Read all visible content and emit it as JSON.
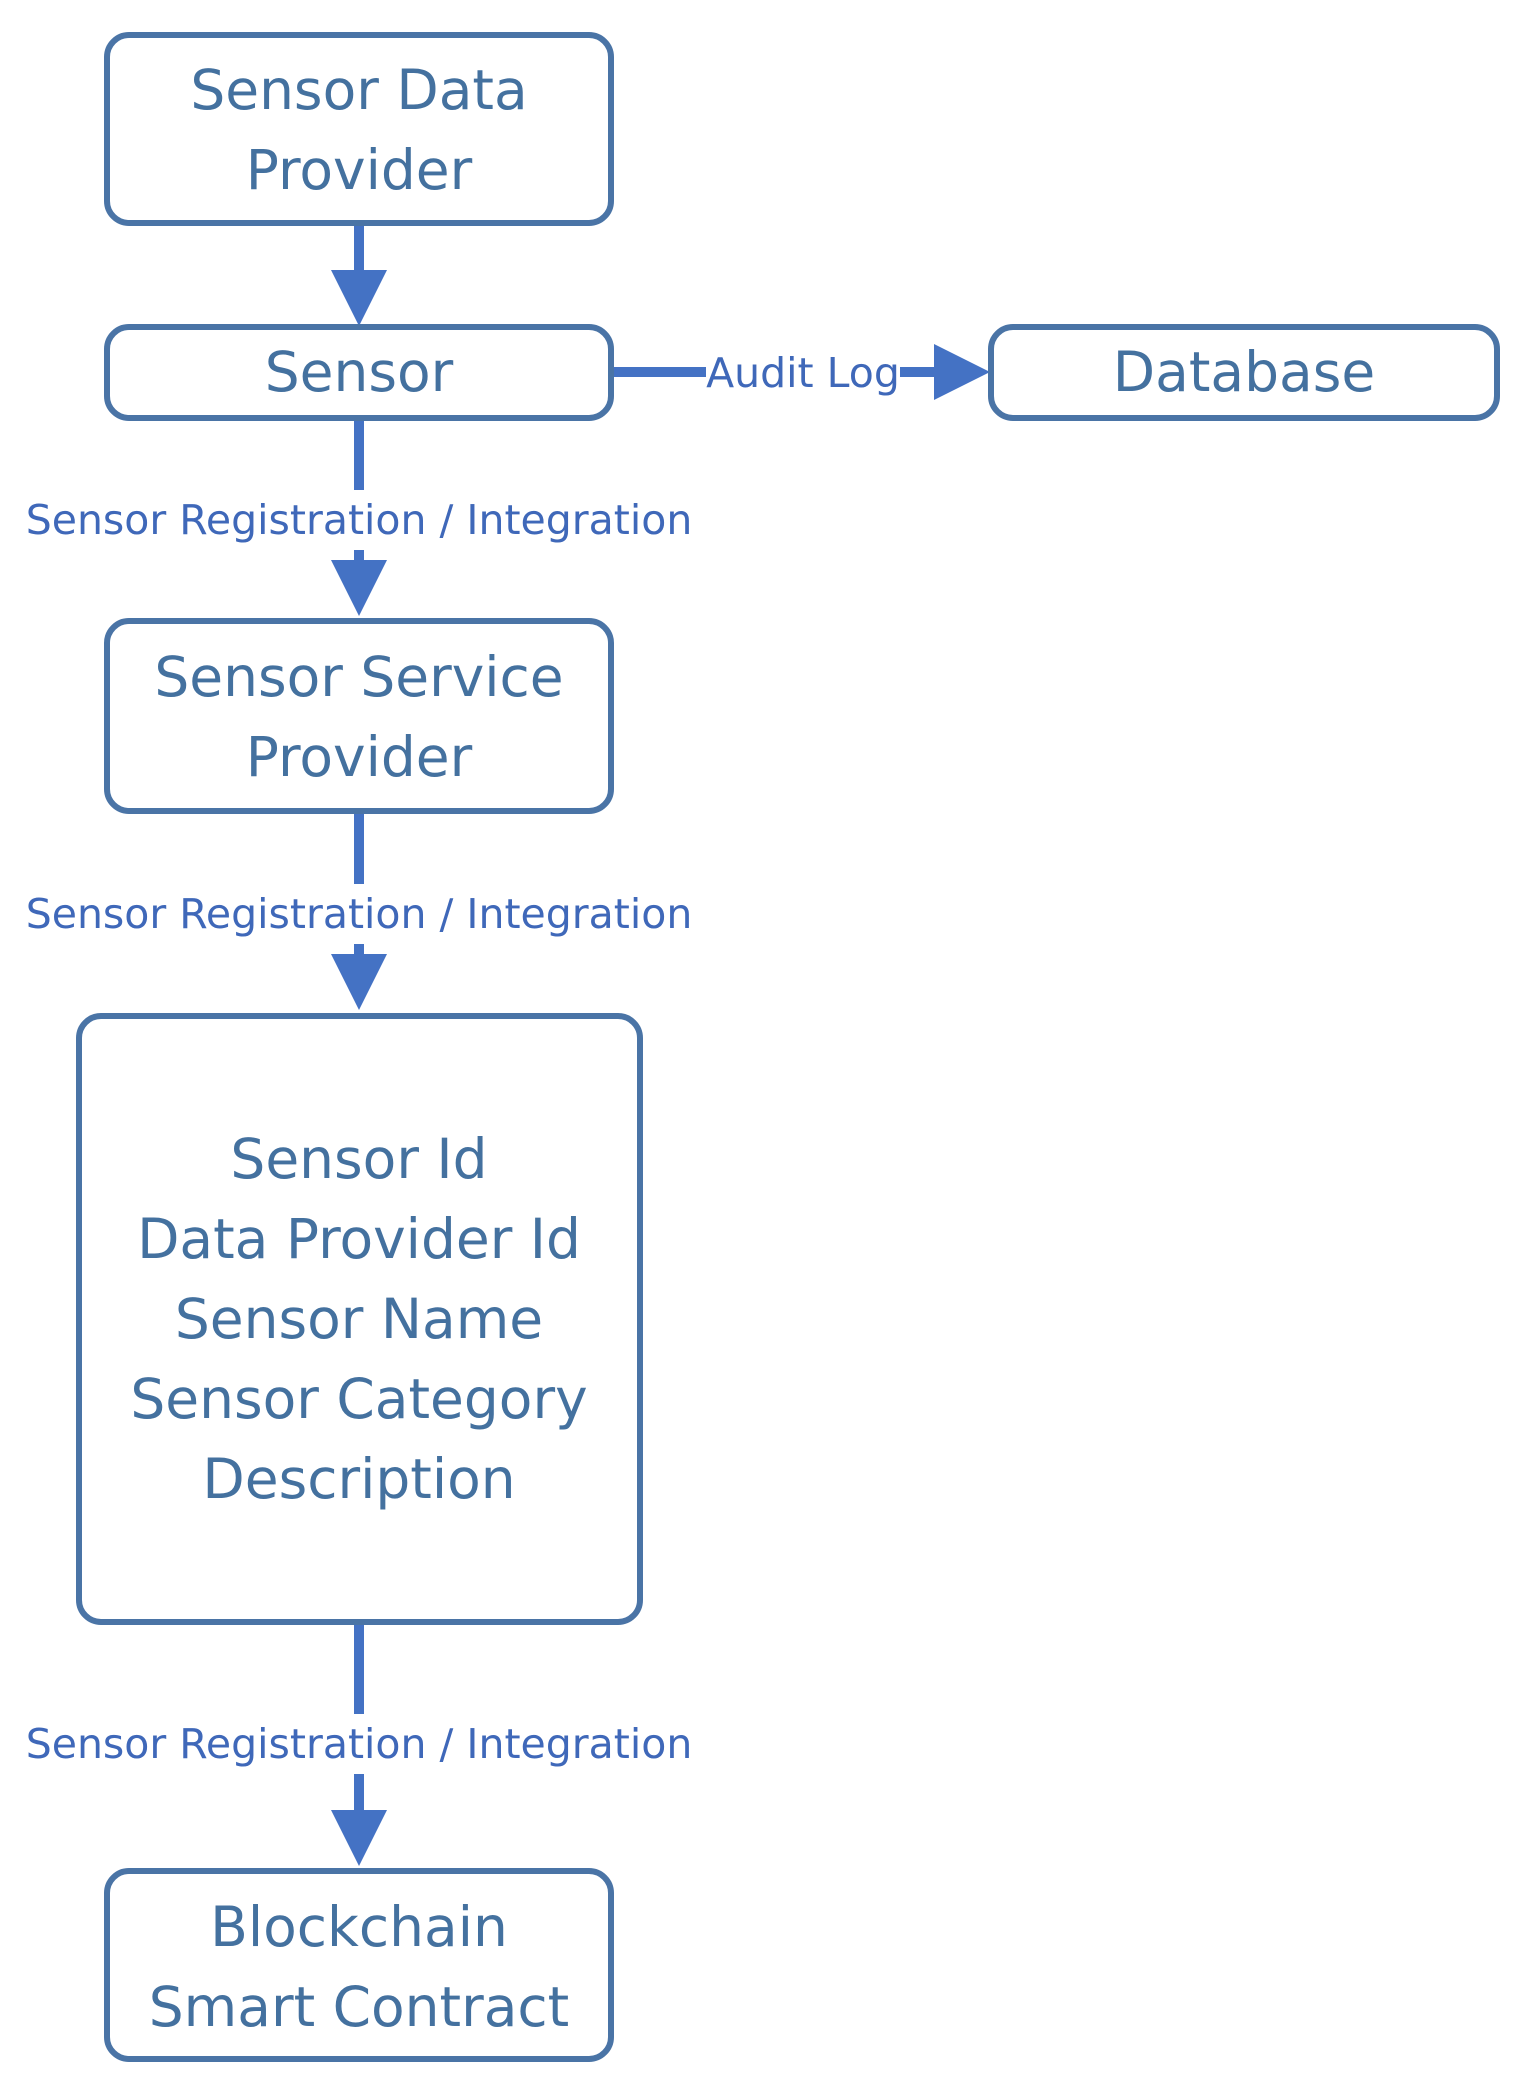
{
  "nodes": {
    "sensor_data_provider": {
      "lines": [
        "Sensor Data",
        "Provider"
      ]
    },
    "sensor": {
      "lines": [
        "Sensor"
      ]
    },
    "database": {
      "lines": [
        "Database"
      ]
    },
    "sensor_service_provider": {
      "lines": [
        "Sensor Service",
        "Provider"
      ]
    },
    "sensor_record": {
      "lines": [
        "Sensor Id",
        "Data Provider Id",
        "Sensor Name",
        "Sensor Category",
        "Description"
      ]
    },
    "blockchain": {
      "lines": [
        "Blockchain",
        "Smart Contract"
      ]
    }
  },
  "edges": {
    "audit_log": "Audit Log",
    "registration_1": "Sensor Registration / Integration",
    "registration_2": "Sensor Registration / Integration",
    "registration_3": "Sensor Registration / Integration"
  },
  "colors": {
    "box_stroke": "#4a74a6",
    "arrow": "#4472c4",
    "node_text": "#44719f",
    "edge_text": "#3f68b9"
  }
}
